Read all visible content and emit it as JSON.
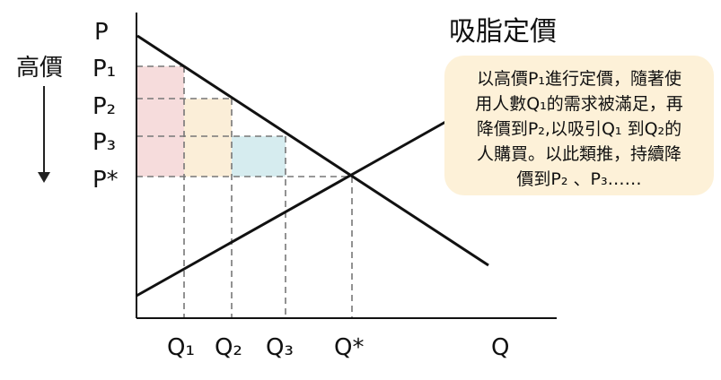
{
  "title": "吸脂定價",
  "side_label": "高價",
  "note_lines": [
    "以高價P₁進行定價，隨著使",
    "用人數Q₁的需求被滿足，再",
    "降價到P₂,以吸引Q₁ 到Q₂的",
    "人購買。以此類推，持續降",
    "價到P₂ 、P₃……"
  ],
  "axis": {
    "y_label": "P",
    "x_label": "Q",
    "y_ticks": [
      "P₁",
      "P₂",
      "P₃",
      "P*"
    ],
    "x_ticks": [
      "Q₁",
      "Q₂",
      "Q₃",
      "Q*"
    ]
  },
  "colors": {
    "p1_region": "#f6dcdc",
    "p2_region": "#fbeed8",
    "p3_region": "#d6ecef",
    "lines": "#111111",
    "dashes": "#777777",
    "note_bg": "#fdf1d8"
  }
}
